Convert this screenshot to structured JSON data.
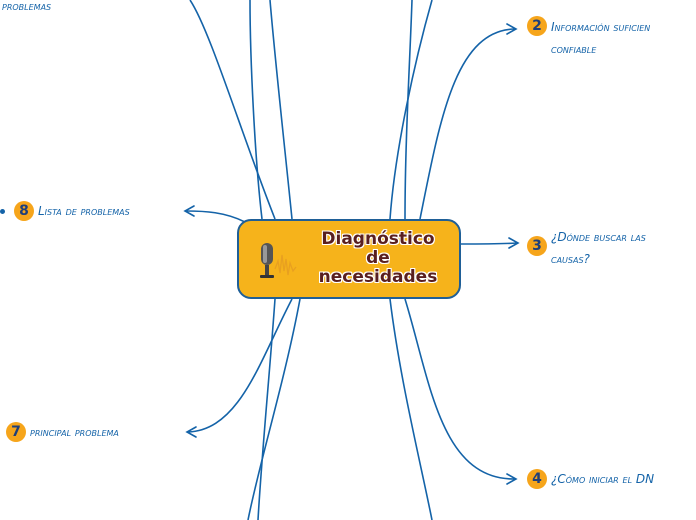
{
  "central_topic": {
    "title_line1": "Diagnóstico",
    "title_line2": "de",
    "title_line3": "necesidades",
    "icon": "microphone-icon",
    "fill_color": "#f6b31b",
    "border_color": "#1f5f97"
  },
  "branches": [
    {
      "id": "1",
      "number": "",
      "label": "problemas"
    },
    {
      "id": "2",
      "number": "2",
      "label_line1": "Información suficien",
      "label_line2": "confiable"
    },
    {
      "id": "3",
      "number": "3",
      "label_line1": "¿Dónde buscar las",
      "label_line2": "causas?"
    },
    {
      "id": "4",
      "number": "4",
      "label": "¿Cómo iniciar el DN"
    },
    {
      "id": "7",
      "number": "7",
      "label": "principal problema"
    },
    {
      "id": "8",
      "number": "8",
      "label": "Lista de problemas"
    }
  ],
  "colors": {
    "line": "#1463a8",
    "badge": "#f6a51b",
    "text": "#1463a8"
  }
}
